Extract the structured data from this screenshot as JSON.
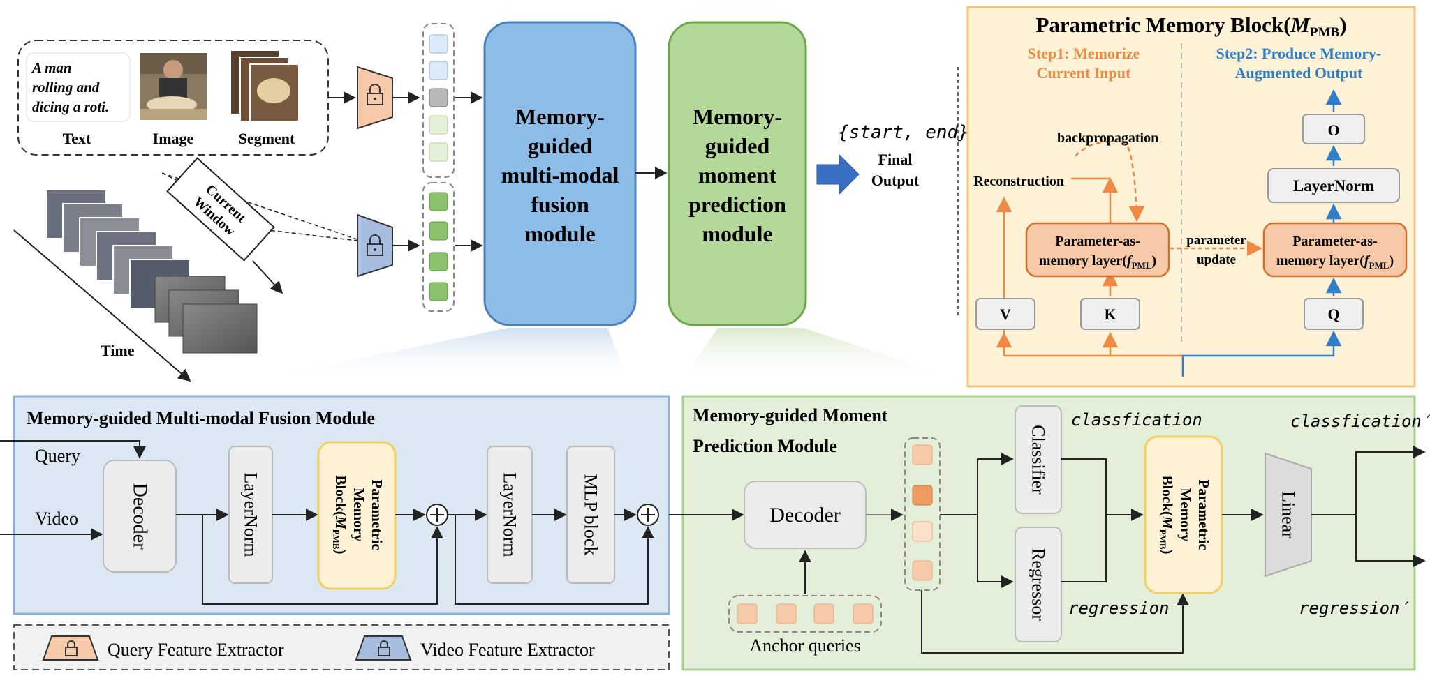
{
  "input_box": {
    "caption_text": [
      "A man",
      "rolling and",
      "dicing a roti."
    ],
    "labels": {
      "text": "Text",
      "image": "Image",
      "segment": "Segment"
    }
  },
  "window_label": [
    "Current",
    "Window"
  ],
  "time_label": "Time",
  "fusion_module_top": [
    "Memory-",
    "guided",
    "multi-modal",
    "fusion",
    "module"
  ],
  "prediction_module_top": [
    "Memory-",
    "guided",
    "moment",
    "prediction",
    "module"
  ],
  "output": {
    "formula": "{start, end}",
    "label": [
      "Final",
      "Output"
    ]
  },
  "pmb_panel": {
    "title_main": "Parametric Memory Block(",
    "title_sym": "M",
    "title_sub": "PMB",
    "title_close": ")",
    "step1": [
      "Step1: Memorize",
      "Current Input"
    ],
    "step2": [
      "Step2: Produce Memory-",
      "Augmented Output"
    ],
    "backprop": "backpropagation",
    "reconstruction": "Reconstruction",
    "pml_line1": "Parameter-as-",
    "pml_line2": "memory layer(",
    "pml_sym": "f",
    "pml_sub": "PML",
    "param_update": [
      "parameter",
      "update"
    ],
    "o": "O",
    "layernorm": "LayerNorm",
    "v": "V",
    "k": "K",
    "q": "Q"
  },
  "fusion_panel": {
    "title": "Memory-guided Multi-modal Fusion Module",
    "query": "Query",
    "video": "Video",
    "decoder": "Decoder",
    "layernorm1": "LayerNorm",
    "pmb": [
      "Parametric",
      "Memory",
      "Block("
    ],
    "pmb_sym": "M",
    "pmb_sub": "PMB",
    "layernorm2": "LayerNorm",
    "mlp": "MLP block"
  },
  "prediction_panel": {
    "title": [
      "Memory-guided Moment",
      "Prediction Module"
    ],
    "decoder": "Decoder",
    "anchor": "Anchor queries",
    "classifier": "Classifier",
    "regressor": "Regressor",
    "classification": "classfication",
    "regression": "regression",
    "classification_out": "classfication′",
    "regression_out": "regression′",
    "linear": "Linear",
    "pmb": [
      "Parametric",
      "Memory",
      "Block("
    ],
    "pmb_sym": "M",
    "pmb_sub": "PMB"
  },
  "legend": {
    "query_extractor": "Query Feature Extractor",
    "video_extractor": "Video Feature Extractor"
  },
  "colors": {
    "blue_module": "#8dbde6",
    "green_module": "#b3d89a",
    "orange": "#ee8a44",
    "blue_arrow": "#2f7ec9",
    "pmb_bg": "#fdf1d6",
    "fusion_bg": "#dce7f4",
    "pred_bg": "#e4efd9"
  }
}
